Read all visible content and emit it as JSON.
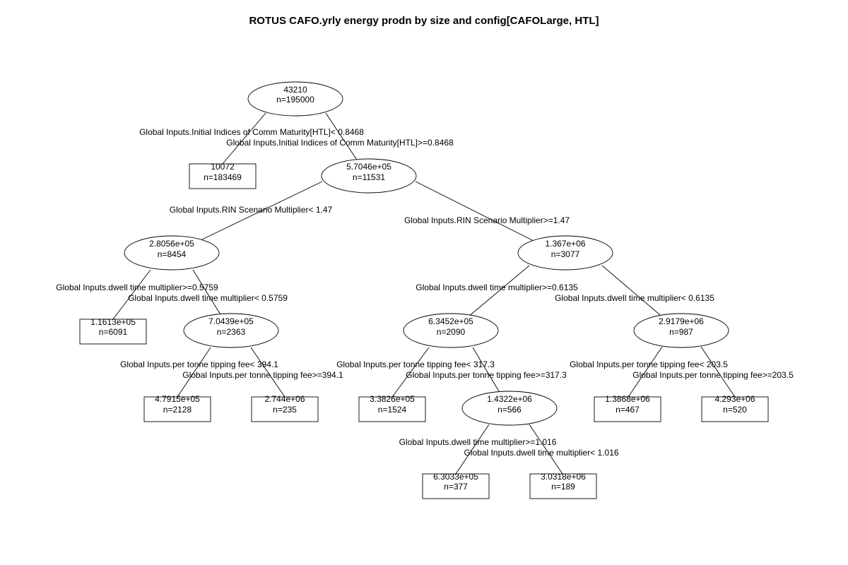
{
  "title": "ROTUS CAFO.yrly energy prodn by size and config[CAFOLarge, HTL]",
  "nodes": {
    "n1": {
      "value": "43210",
      "n": "n=195000"
    },
    "n2": {
      "value": "10072",
      "n": "n=183469"
    },
    "n3": {
      "value": "5.7046e+05",
      "n": "n=11531"
    },
    "n4": {
      "value": "2.8056e+05",
      "n": "n=8454"
    },
    "n5": {
      "value": "1.367e+06",
      "n": "n=3077"
    },
    "n6": {
      "value": "1.1613e+05",
      "n": "n=6091"
    },
    "n7": {
      "value": "7.0439e+05",
      "n": "n=2363"
    },
    "n8": {
      "value": "4.7915e+05",
      "n": "n=2128"
    },
    "n9": {
      "value": "2.744e+06",
      "n": "n=235"
    },
    "n10": {
      "value": "6.3452e+05",
      "n": "n=2090"
    },
    "n11": {
      "value": "2.9179e+06",
      "n": "n=987"
    },
    "n12": {
      "value": "3.3826e+05",
      "n": "n=1524"
    },
    "n13": {
      "value": "1.4322e+06",
      "n": "n=566"
    },
    "n14": {
      "value": "6.3033e+05",
      "n": "n=377"
    },
    "n15": {
      "value": "3.0318e+06",
      "n": "n=189"
    },
    "n16": {
      "value": "1.3868e+06",
      "n": "n=467"
    },
    "n17": {
      "value": "4.293e+06",
      "n": "n=520"
    }
  },
  "splits": {
    "s1_left": "Global Inputs.Initial Indices of Comm Maturity[HTL]< 0.8468",
    "s1_right": "Global Inputs.Initial Indices of Comm Maturity[HTL]>=0.8468",
    "s2_left": "Global Inputs.RIN Scenario Multiplier< 1.47",
    "s2_right": "Global Inputs.RIN Scenario Multiplier>=1.47",
    "s3_left": "Global Inputs.dwell time multiplier>=0.5759",
    "s3_right": "Global Inputs.dwell time multiplier< 0.5759",
    "s4_left": "Global Inputs.per tonne tipping fee< 394.1",
    "s4_right": "Global Inputs.per tonne tipping fee>=394.1",
    "s5_left": "Global Inputs.dwell time multiplier>=0.6135",
    "s5_right": "Global Inputs.dwell time multiplier< 0.6135",
    "s6_left": "Global Inputs.per tonne tipping fee< 317.3",
    "s6_right": "Global Inputs.per tonne tipping fee>=317.3",
    "s7_left": "Global Inputs.dwell time multiplier>=1.016",
    "s7_right": "Global Inputs.dwell time multiplier< 1.016",
    "s8_left": "Global Inputs.per tonne tipping fee< 203.5",
    "s8_right": "Global Inputs.per tonne tipping fee>=203.5"
  }
}
